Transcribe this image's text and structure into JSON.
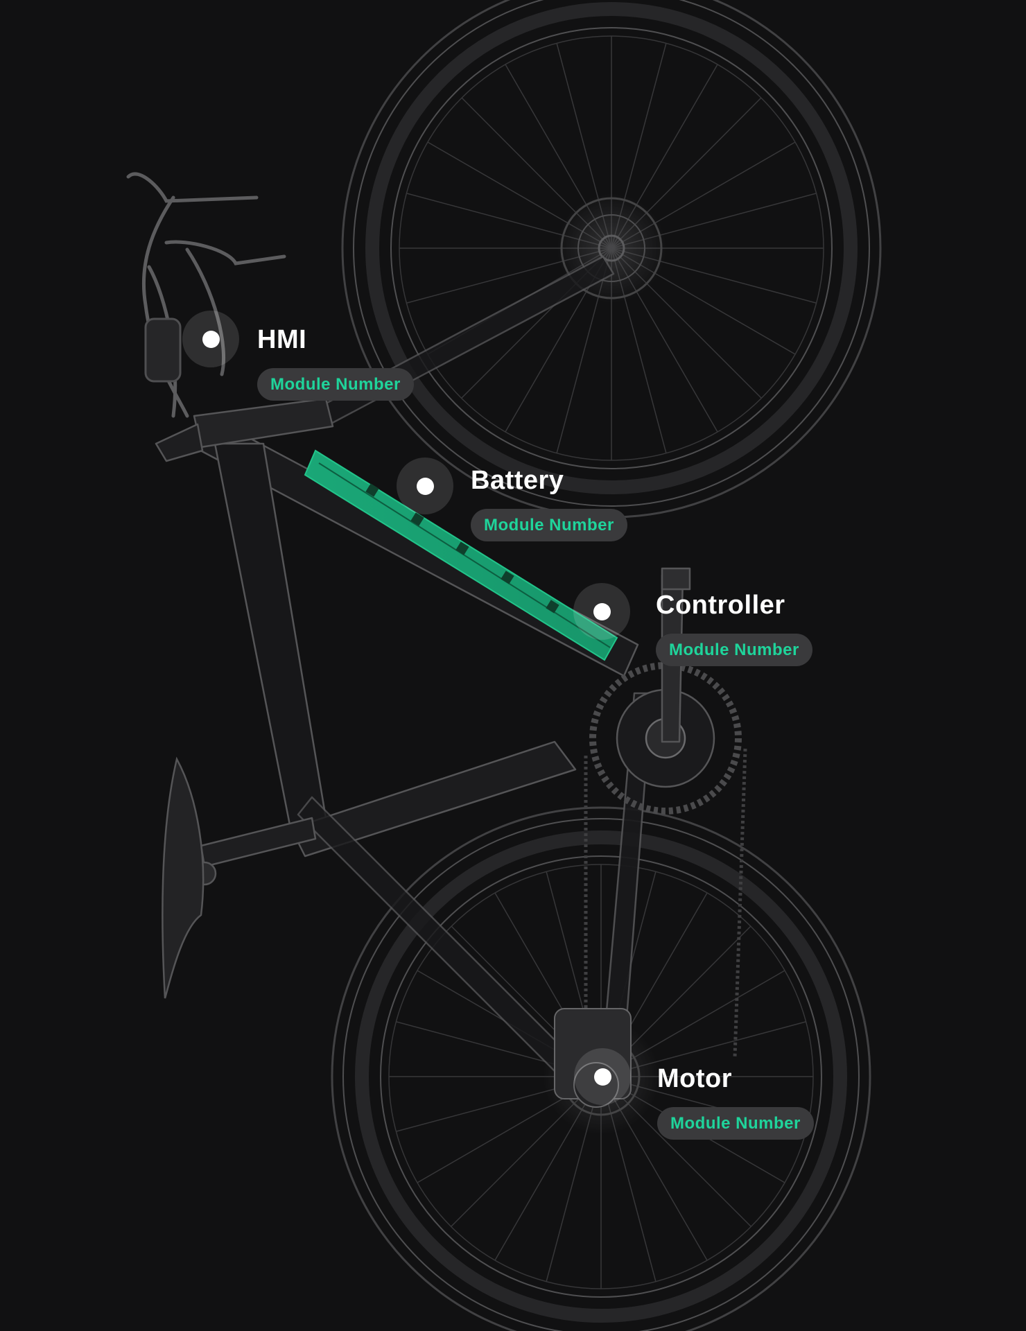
{
  "colors": {
    "background": "#111112",
    "accent": "#1fd49b",
    "pill_bg": "#3a3a3c",
    "battery_fill": "#1aa777"
  },
  "modules": [
    {
      "name": "HMI",
      "tag": "Module Number"
    },
    {
      "name": "Battery",
      "tag": "Module Number"
    },
    {
      "name": "Controller",
      "tag": "Module Number"
    },
    {
      "name": "Motor",
      "tag": "Module Number"
    }
  ]
}
